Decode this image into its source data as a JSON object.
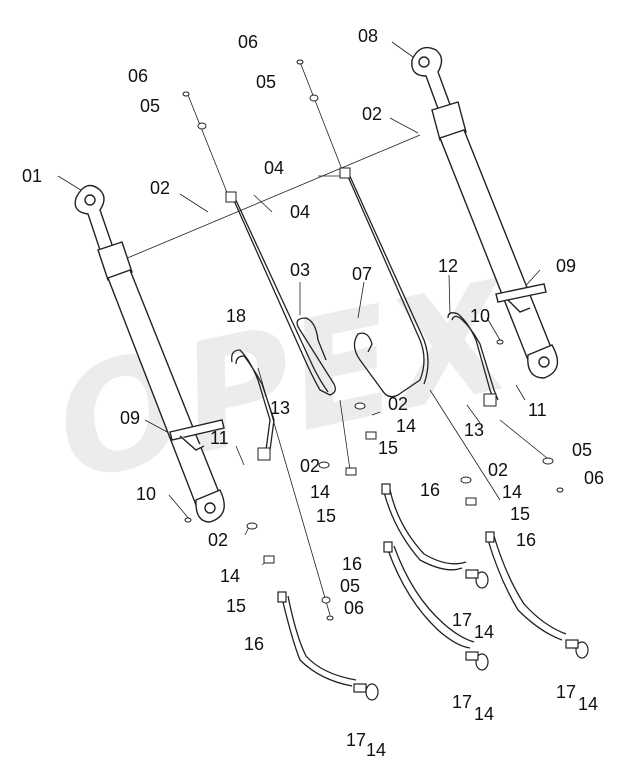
{
  "watermark": "OPEX",
  "labels": {
    "l01": "01",
    "l02a": "02",
    "l02b": "02",
    "l02c": "02",
    "l02d": "02",
    "l02e": "02",
    "l02f": "02",
    "l03": "03",
    "l04a": "04",
    "l04b": "04",
    "l05a": "05",
    "l05b": "05",
    "l05c": "05",
    "l05d": "05",
    "l06a": "06",
    "l06b": "06",
    "l06c": "06",
    "l06d": "06",
    "l07": "07",
    "l08": "08",
    "l09a": "09",
    "l09b": "09",
    "l10a": "10",
    "l10b": "10",
    "l11a": "11",
    "l11b": "11",
    "l12": "12",
    "l13a": "13",
    "l13b": "13",
    "l14a": "14",
    "l14b": "14",
    "l14c": "14",
    "l14d": "14",
    "l14e": "14",
    "l14f": "14",
    "l14g": "14",
    "l15a": "15",
    "l15b": "15",
    "l15c": "15",
    "l15d": "15",
    "l16a": "16",
    "l16b": "16",
    "l16c": "16",
    "l16d": "16",
    "l17a": "17",
    "l17b": "17",
    "l17c": "17",
    "l17d": "17",
    "l18": "18"
  }
}
